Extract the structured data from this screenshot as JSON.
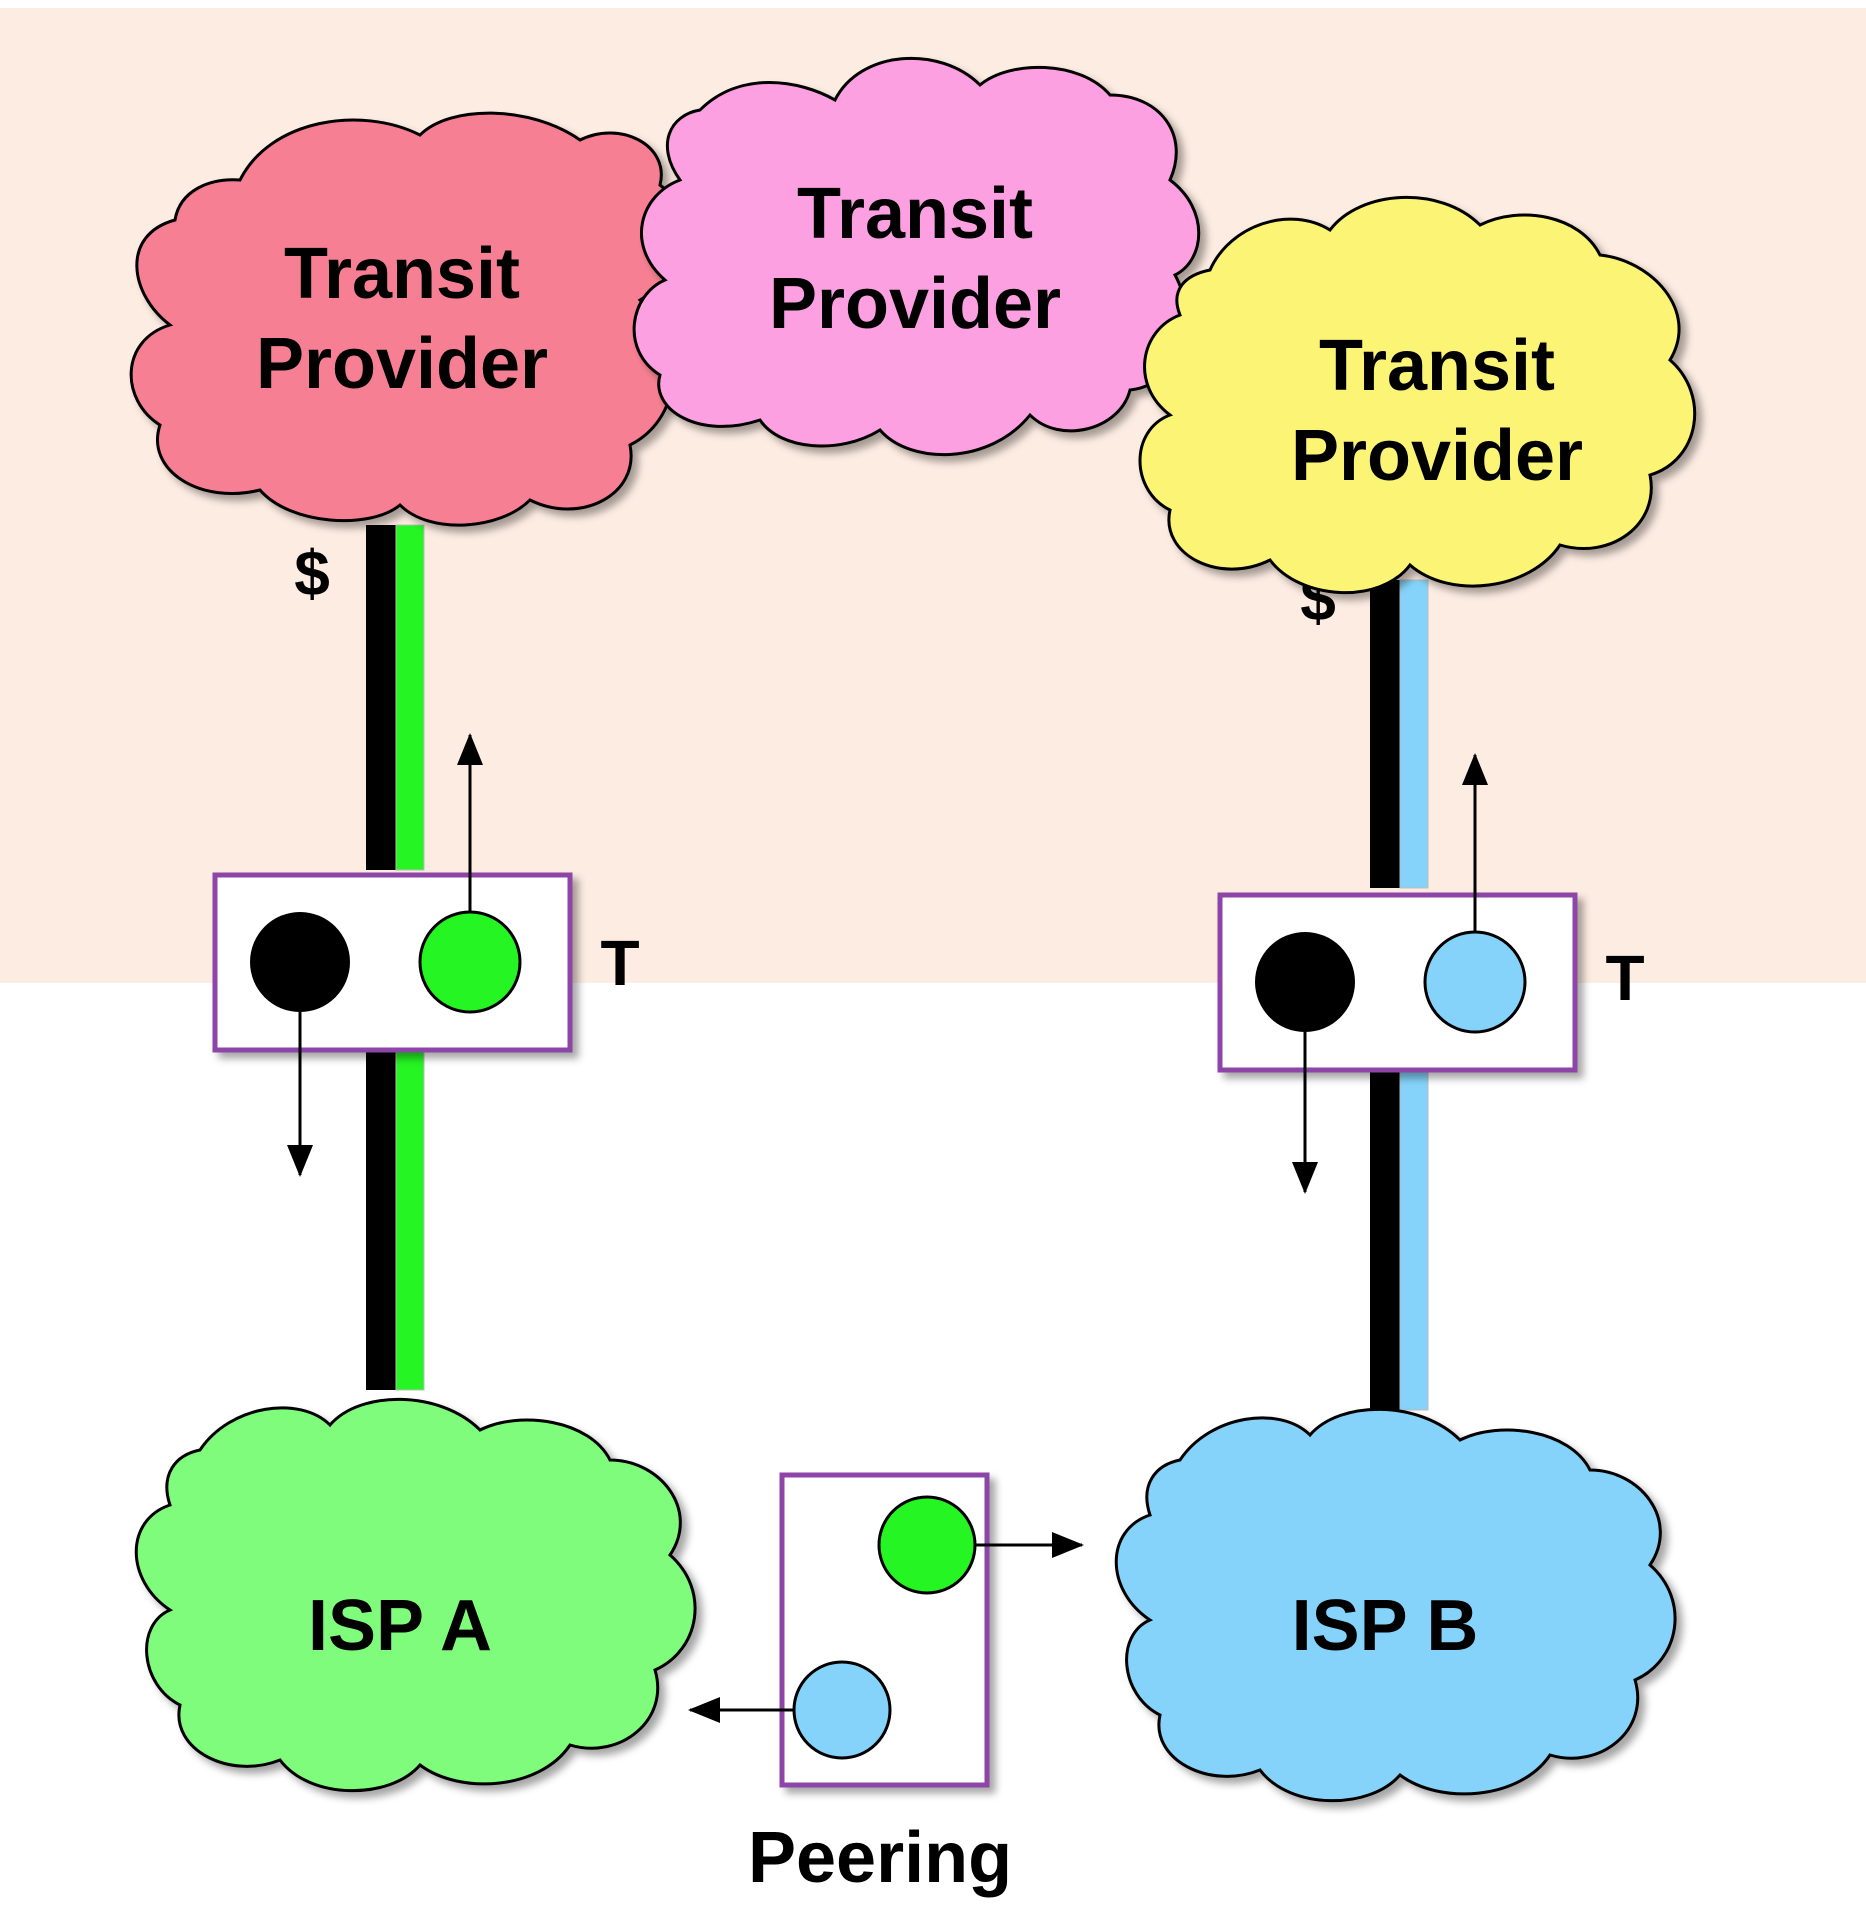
{
  "colors": {
    "background_band": "#fdece2",
    "transit_left": "#f77f93",
    "transit_middle": "#fca0e2",
    "transit_right": "#fbf474",
    "isp_a": "#7ffc7b",
    "isp_b": "#85d3fb",
    "green_route": "#25f522",
    "blue_route": "#85d3fb",
    "box_border": "#8e44a8"
  },
  "clouds": {
    "transit_left": {
      "line1": "Transit",
      "line2": "Provider"
    },
    "transit_middle": {
      "line1": "Transit",
      "line2": "Provider"
    },
    "transit_right": {
      "line1": "Transit",
      "line2": "Provider"
    },
    "isp_a": {
      "label": "ISP A"
    },
    "isp_b": {
      "label": "ISP B"
    }
  },
  "links": {
    "left_cost": "$",
    "right_cost": "$",
    "left_transit_tag": "T",
    "right_transit_tag": "T",
    "peering_label": "Peering"
  },
  "icons": [
    "cloud-icon",
    "arrow-icon",
    "route-dot-icon"
  ]
}
